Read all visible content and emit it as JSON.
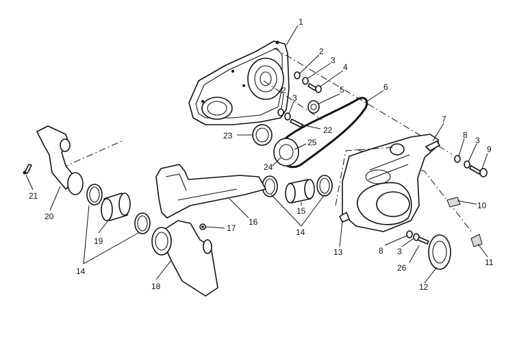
{
  "diagram": {
    "callouts": {
      "c1": "1",
      "c2a": "2",
      "c3a": "3",
      "c4": "4",
      "c2b": "2",
      "c3b": "3",
      "c5": "5",
      "c6": "6",
      "c7": "7",
      "c8a": "8",
      "c3c": "3",
      "c9": "9",
      "c10": "10",
      "c11": "11",
      "c12": "12",
      "c26": "26",
      "c3d": "3",
      "c8b": "8",
      "c13": "13",
      "c14a": "14",
      "c15": "15",
      "c16": "16",
      "c17": "17",
      "c18": "18",
      "c14b": "14",
      "c19": "19",
      "c20": "20",
      "c21": "21",
      "c22": "22",
      "c23": "23",
      "c24": "24",
      "c25": "25"
    }
  }
}
